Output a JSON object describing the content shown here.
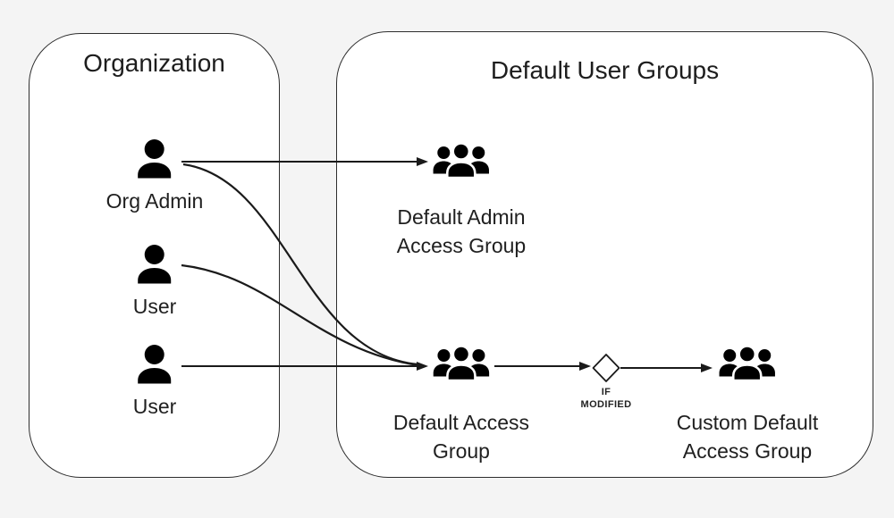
{
  "diagram": {
    "background_color": "#f4f4f4",
    "box_fill_color": "#ffffff",
    "box_border_color": "#2e2e2e",
    "connector_color": "#1a1a1a",
    "text_color": "#1f1f1f"
  },
  "organization": {
    "title": "Organization",
    "nodes": [
      {
        "label": "Org Admin",
        "icon": "person-icon"
      },
      {
        "label": "User",
        "icon": "person-icon"
      },
      {
        "label": "User",
        "icon": "person-icon"
      }
    ]
  },
  "default_user_groups": {
    "title": "Default User Groups",
    "nodes": [
      {
        "lines": [
          "Default Admin",
          "Access Group"
        ],
        "icon": "group-icon"
      },
      {
        "lines": [
          "Default Access",
          "Group"
        ],
        "icon": "group-icon"
      },
      {
        "lines": [
          "Custom Default",
          "Access Group"
        ],
        "icon": "group-icon"
      }
    ],
    "decision": {
      "lines": [
        "IF",
        "MODIFIED"
      ],
      "shape": "diamond"
    }
  }
}
